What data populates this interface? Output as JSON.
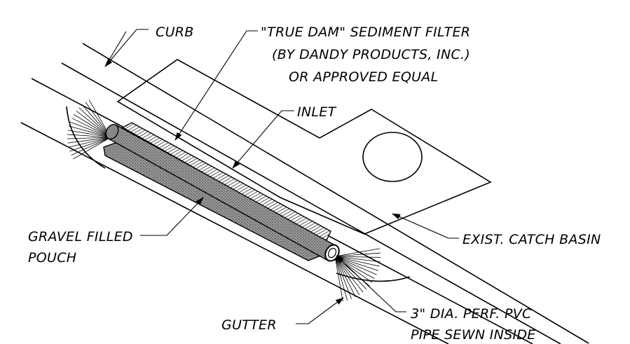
{
  "labels": {
    "curb": "CURB",
    "filter_line1": "\"TRUE DAM\" SEDIMENT FILTER",
    "filter_line2": "(BY DANDY PRODUCTS, INC.)",
    "filter_line3": "OR APPROVED EQUAL",
    "inlet": "INLET",
    "gravel_line1": "GRAVEL FILLED",
    "gravel_line2": "POUCH",
    "catch_basin": "EXIST. CATCH BASIN",
    "pipe_line1": "3\" DIA. PERF. PVC",
    "pipe_line2": "PIPE SEWN INSIDE",
    "gutter": "GUTTER"
  },
  "colors": {
    "ink": "#000000",
    "gravel_fill": "#8a8a8a",
    "pipe_fill": "#a8a8a8",
    "paper": "#ffffff"
  }
}
